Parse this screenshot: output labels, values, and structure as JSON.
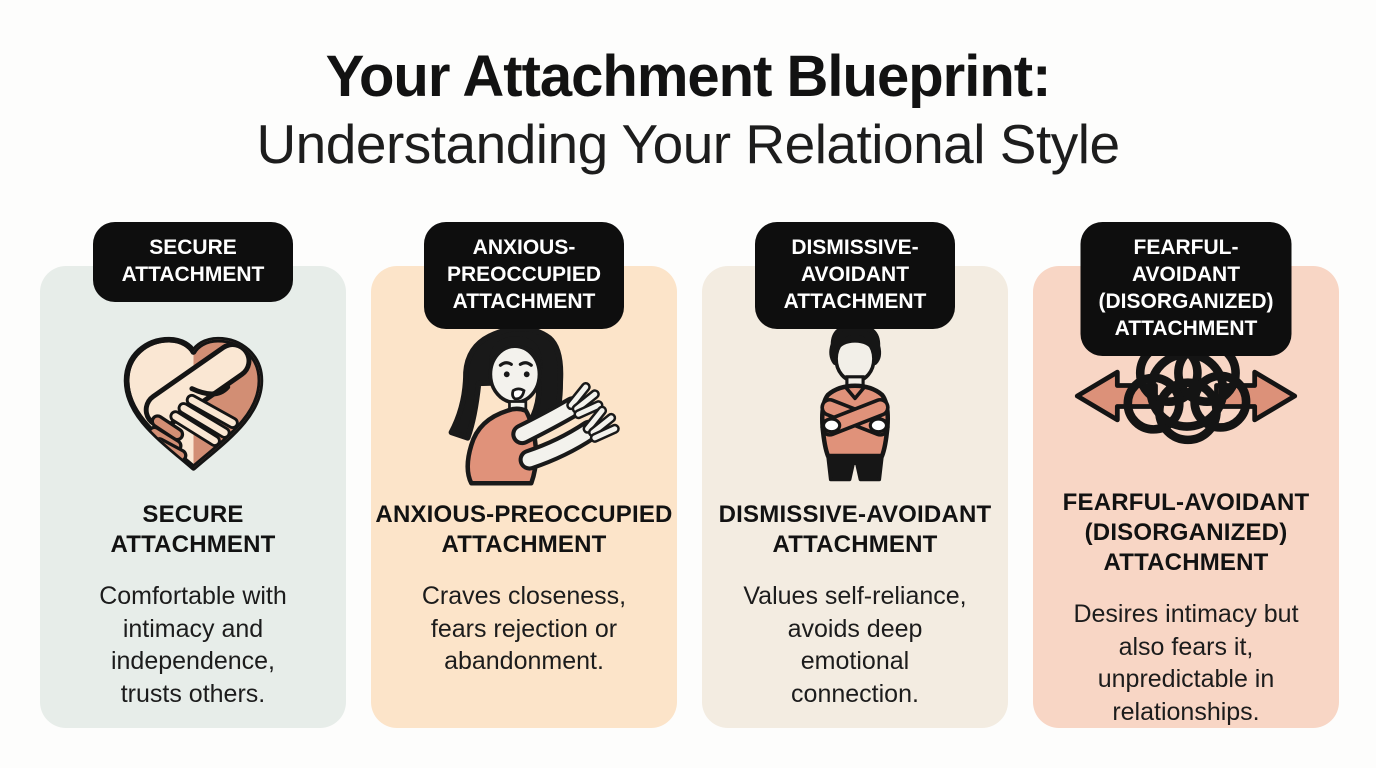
{
  "title": {
    "line1": "Your Attachment Blueprint:",
    "line2": "Understanding Your Relational Style"
  },
  "colors": {
    "page_bg": "#fdfdfc",
    "badge_bg": "#0e0e0e",
    "badge_text": "#ffffff",
    "body_text": "#1c1c1c",
    "outline_black": "#141414",
    "skin_light": "#fae7d3",
    "skin_dark": "#d28e74",
    "salmon_shirt": "#e0927a",
    "arrow_salmon": "#dc9179"
  },
  "cards": [
    {
      "id": "secure",
      "bg": "#e7ede9",
      "badge": "SECURE\nATTACHMENT",
      "icon": "heart-handshake-icon",
      "heading": "SECURE\nATTACHMENT",
      "body": "Comfortable with\nintimacy and\nindependence,\ntrusts others."
    },
    {
      "id": "anxious-preoccupied",
      "bg": "#fce4c9",
      "badge": "ANXIOUS-\nPREOCCUPIED\nATTACHMENT",
      "icon": "anxious-person-icon",
      "heading": "ANXIOUS-PREOCCUPIED\nATTACHMENT",
      "body": "Craves closeness,\nfears rejection or\nabandonment."
    },
    {
      "id": "dismissive-avoidant",
      "bg": "#f3ece1",
      "badge": "DISMISSIVE-AVOIDANT\nATTACHMENT",
      "icon": "crossed-arms-person-icon",
      "heading": "DISMISSIVE-AVOIDANT\nATTACHMENT",
      "body": "Values self-reliance,\navoids deep\nemotional\nconnection."
    },
    {
      "id": "fearful-avoidant",
      "bg": "#f8d6c5",
      "badge": "FEARFUL-AVOIDANT\n(DISORGANIZED)\nATTACHMENT",
      "icon": "tangled-knot-arrows-icon",
      "heading": "FEARFUL-AVOIDANT\n(DISORGANIZED)\nATTACHMENT",
      "body": "Desires intimacy but\nalso fears it,\nunpredictable in\nrelationships."
    }
  ]
}
